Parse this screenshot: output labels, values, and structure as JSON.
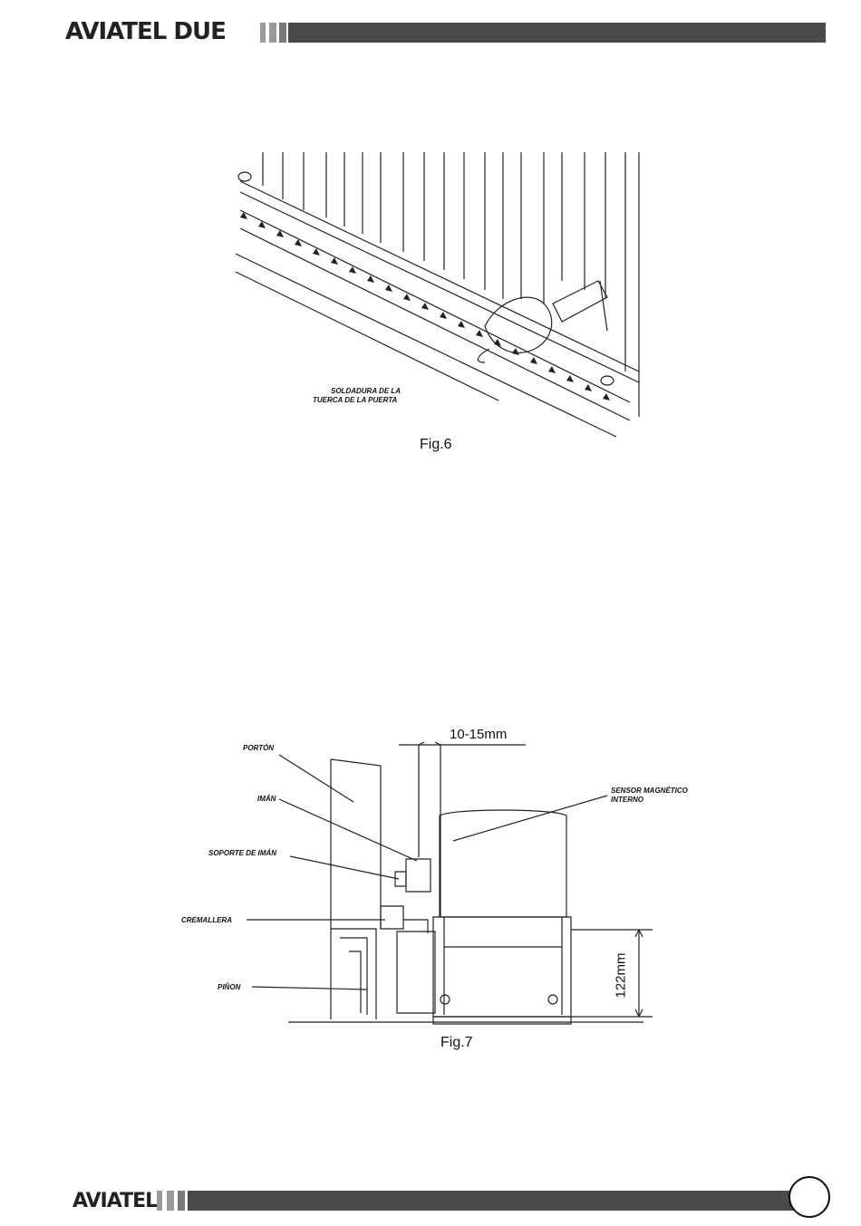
{
  "header": {
    "logo_text": "AVIATEL DUE"
  },
  "figure6": {
    "callout_line1": "SOLDADURA DE LA",
    "callout_line2": "TUERCA DE LA PUERTA",
    "caption": "Fig.6"
  },
  "figure7": {
    "dimension_top": "10-15mm",
    "dimension_side": "122mm",
    "label_porton": "PORTÓN",
    "label_iman": "IMÁN",
    "label_soporte": "SOPORTE DE IMÁN",
    "label_cremallera": "CREMALLERA",
    "label_pinon": "PIÑON",
    "label_sensor_line1": "SENSOR MAGNÉTICO",
    "label_sensor_line2": "INTERNO",
    "caption": "Fig.7"
  },
  "footer": {
    "logo_text": "AVIATEL",
    "page_number": ""
  }
}
